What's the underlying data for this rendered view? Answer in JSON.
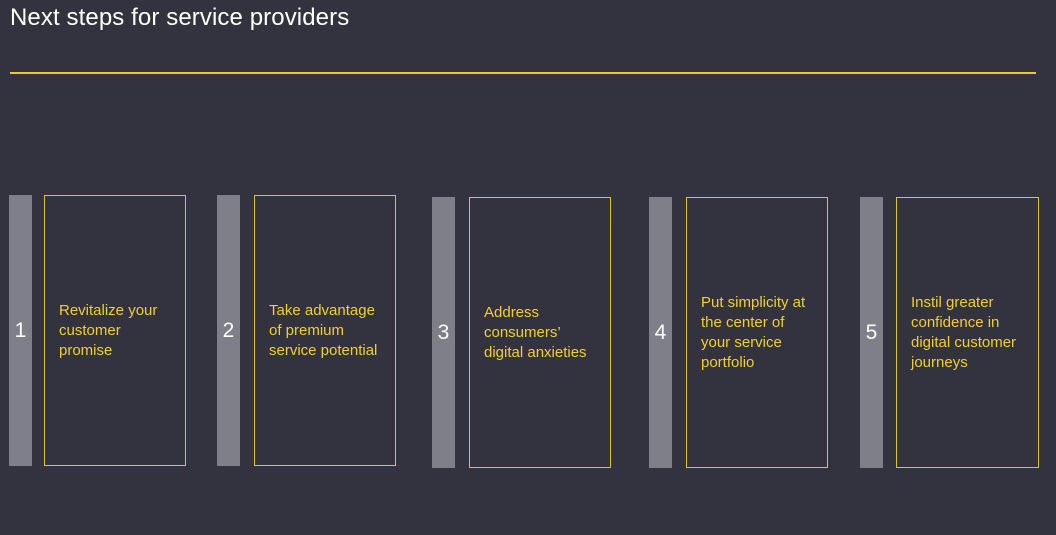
{
  "header": {
    "title": "Next steps for service providers"
  },
  "steps": [
    {
      "number": "1",
      "text": "Revitalize your\ncustomer\npromise"
    },
    {
      "number": "2",
      "text": "Take advantage\nof premium\nservice potential"
    },
    {
      "number": "3",
      "text": "Address\nconsumers’\ndigital anxieties"
    },
    {
      "number": "4",
      "text": "Put simplicity at\nthe center of\nyour service\nportfolio"
    },
    {
      "number": "5",
      "text": "Instil greater\nconfidence in\ndigital customer\njourneys"
    }
  ],
  "colors": {
    "background": "#32333f",
    "accent": "#e8cc2f",
    "number_bar": "#7f7f8a",
    "title": "#ffffff"
  }
}
